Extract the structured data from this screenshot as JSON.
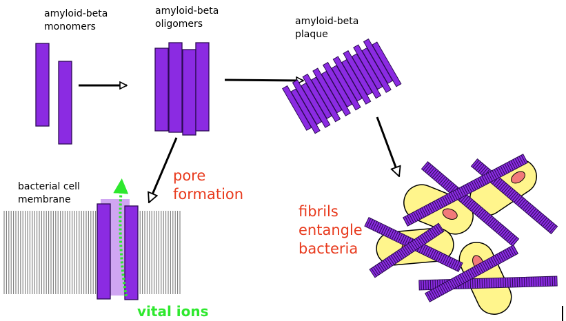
{
  "labels": {
    "monomers": [
      "amyloid-beta",
      "monomers"
    ],
    "oligomers": [
      "amyloid-beta",
      "oligomers"
    ],
    "plaque": [
      "amyloid-beta",
      "plaque"
    ],
    "membrane": [
      "bacterial cell",
      "membrane"
    ],
    "pore": [
      "pore",
      "formation"
    ],
    "fibrils": [
      "fibrils",
      "entangle",
      "bacteria"
    ],
    "ions": "vital ions"
  },
  "colors": {
    "peptide": "#8b2be2",
    "peptide_outline": "#2b0b52",
    "pore_glow": "#c896f0",
    "membrane_lines": "#7a7a7a",
    "bacterium_fill": "#fff58c",
    "bacterium_nucleus": "#f27a7a",
    "accent_red": "#e8391c",
    "accent_green": "#2ee82e",
    "arrow": "#000000"
  }
}
